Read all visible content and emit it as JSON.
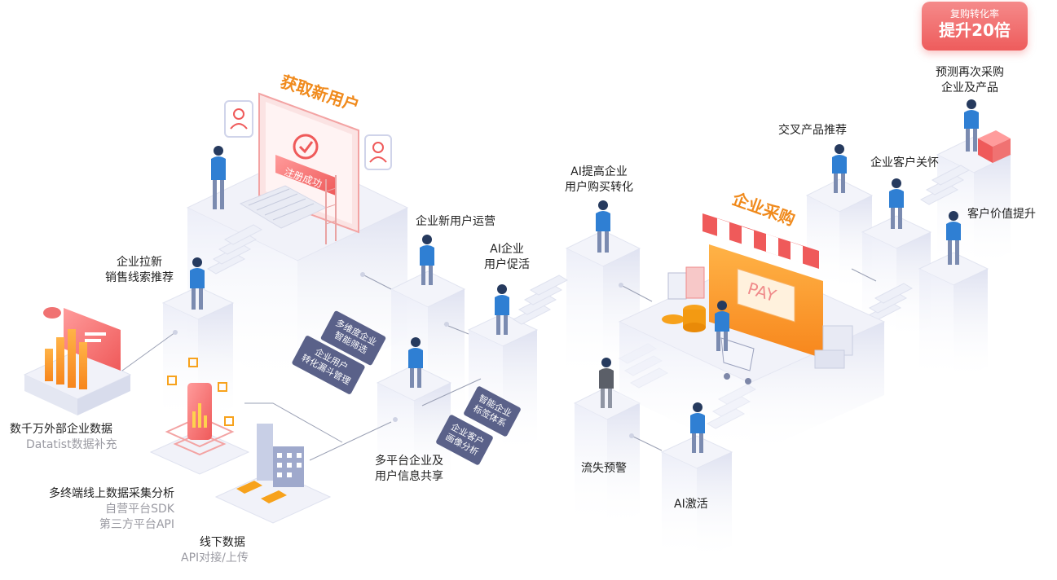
{
  "colors": {
    "accent": "#f08a1c",
    "badge": "#ee5c5c",
    "tag": "#5a6189",
    "person": "#2f7fd3"
  },
  "badge": {
    "line1": "复购转化率",
    "line2": "提升20倍"
  },
  "titles": {
    "acquire": "获取新用户",
    "purchase": "企业采购"
  },
  "screen": {
    "register": "注册成功",
    "pay": "PAY"
  },
  "labels": {
    "repurchase": [
      "预测再次采购",
      "企业及产品"
    ],
    "cross_sell": "交叉产品推荐",
    "care": "企业客户关怀",
    "value": "客户价值提升",
    "ai_convert": [
      "AI提高企业",
      "用户购买转化"
    ],
    "new_ops": "企业新用户运营",
    "ai_promote": [
      "AI企业",
      "用户促活"
    ],
    "leads": [
      "企业拉新",
      "销售线索推荐"
    ],
    "external": "数千万外部企业数据",
    "external_sub": "Datatist数据补充",
    "online": "多终端线上数据采集分析",
    "online_sub": [
      "自营平台SDK",
      "第三方平台API"
    ],
    "offline": "线下数据",
    "offline_sub": "API对接/上传",
    "share": [
      "多平台企业及",
      "用户信息共享"
    ],
    "churn": "流失预警",
    "reactivate": "AI激活"
  },
  "tags": {
    "filter": [
      "多维度企业",
      "智能筛选"
    ],
    "funnel": [
      "企业用户",
      "转化漏斗管理"
    ],
    "tagsys": [
      "智能企业",
      "标签体系"
    ],
    "portrait": [
      "企业客户",
      "画像分析"
    ]
  }
}
